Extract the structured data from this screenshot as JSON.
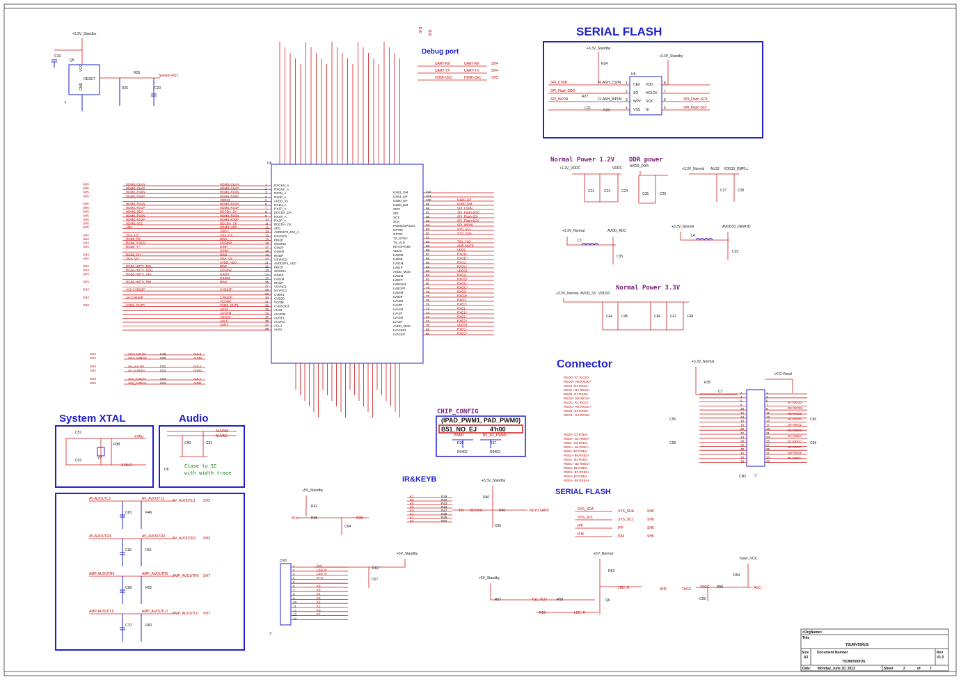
{
  "headings": {
    "serial_flash_top": "SERIAL FLASH",
    "debug_port": "Debug port",
    "normal_power_12": "Normal Power 1.2V",
    "ddr_power": "DDR power",
    "normal_power_33": "Normal Power 3.3V",
    "connector": "Connector",
    "serial_flash_bottom": "SERIAL FLASH",
    "system_xtal": "System XTAL",
    "audio": "Audio",
    "chip_config": "CHIP_CONFIG",
    "ir_keyb": "IR&KEYB"
  },
  "chip_config": {
    "row1": "(IPAD_PWM1, PAD_PWM0)",
    "row2_left": "B51_NO_EJ",
    "row2_right": "4'h00",
    "pwm1": "PWM1",
    "b5": "B5_XO_PWM0",
    "r36": "R36",
    "r37": "R37",
    "r0402a": "R0402",
    "r0402b": "R0402"
  },
  "audio_note": {
    "line1": "Close to IC",
    "line2": "with width trace"
  },
  "reset_block": {
    "supply": "+3.3V_Standby",
    "c19": "C19",
    "q5": "Q5",
    "vcc": "VCC",
    "reset": "RESET",
    "gnd": "GND",
    "r25": "R25",
    "r26": "R26",
    "c20": "C20",
    "net": "System-RST"
  },
  "debug": {
    "rows": [
      {
        "net": "UART-RX",
        "port": "UART-RX",
        "sh": "SH4"
      },
      {
        "net": "UART-TX",
        "port": "UART-TX",
        "sh": "SH4"
      },
      {
        "net": "HDMI-CEC",
        "port": "HDMI-CEC",
        "sh": "SH5"
      }
    ]
  },
  "flash": {
    "supply1": "+3.3V_Standby",
    "supply2": "+3.3V_Standby",
    "u5": "U5",
    "r24": "R24",
    "r27": "R27",
    "r28": "R28",
    "c21": "C21",
    "left_pins": [
      {
        "num": "1",
        "name": "CE#",
        "net": "SPI_CS0N",
        "inner": "FLASH_CS0N"
      },
      {
        "num": "2",
        "name": "SO",
        "net": "SPI_Flash-SDO",
        "inner": ""
      },
      {
        "num": "3",
        "name": "WP#",
        "net": "SPI_WP0N",
        "inner": "FLASH_WP0N"
      },
      {
        "num": "4",
        "name": "VSS",
        "net": "",
        "inner": ""
      }
    ],
    "right_pins": [
      {
        "num": "8",
        "name": "VDD",
        "net": ""
      },
      {
        "num": "7",
        "name": "HOLD#",
        "net": ""
      },
      {
        "num": "6",
        "name": "SCK",
        "net": "SPI_Flash-SCK"
      },
      {
        "num": "5",
        "name": "SI",
        "net": "SPI_Flash-SDI"
      }
    ]
  },
  "main_ic": {
    "ref": "U6",
    "left_pins": [
      {
        "num": "1",
        "name": "RXCKN_A",
        "net": "HDMI1-CLKN",
        "sig": "HDMI1-CLKN",
        "sh": "SH5"
      },
      {
        "num": "2",
        "name": "RXCKP_A",
        "net": "HDMI1-CLKP",
        "sig": "HDMI1-CLKP",
        "sh": "SH5"
      },
      {
        "num": "3",
        "name": "RX0N_A",
        "net": "HDMI1-RX0N",
        "sig": "HDMI1-RX0N",
        "sh": "SH5"
      },
      {
        "num": "4",
        "name": "RX0P_A",
        "net": "HDMI1-RX0P",
        "sig": "HDMI1-RX0P",
        "sh": "SH5"
      },
      {
        "num": "5",
        "name": "AVDD_33",
        "net": "VDD33",
        "sig": "",
        "sh": ""
      },
      {
        "num": "6",
        "name": "RX1N_A",
        "net": "HDMI1-RX1N",
        "sig": "HDMI1-RX1N",
        "sh": "SH5"
      },
      {
        "num": "7",
        "name": "RX1P_A",
        "net": "HDMI1-RX1P",
        "sig": "HDMI1-RX1P",
        "sh": "SH5"
      },
      {
        "num": "8",
        "name": "DDCDA_DA",
        "net": "DDCDA_DA",
        "sig": "HDMI1-SDA",
        "sh": "SH5"
      },
      {
        "num": "9",
        "name": "RX2N_A",
        "net": "HDMI1-RX2N",
        "sig": "HDMI1-RX2N",
        "sh": "SH5"
      },
      {
        "num": "10",
        "name": "RX2P_A",
        "net": "HDMI1-RX2P",
        "sig": "HDMI1-RX2P",
        "sh": "SH5"
      },
      {
        "num": "11",
        "name": "DDCDA_CK",
        "net": "DDCDA_CK",
        "sig": "HDMI1-SCL",
        "sh": "SH5"
      },
      {
        "num": "12",
        "name": "ARC",
        "net": "HDMI1-ARC",
        "sig": "ARC",
        "sh": "SH5"
      },
      {
        "num": "13",
        "name": "AVDD1P2_DVI_A",
        "net": "VDDC",
        "sig": "",
        "sh": ""
      },
      {
        "num": "14",
        "name": "HSYNC2",
        "net": "VGA_HS",
        "sig": "VGA_HS",
        "sh": "SH4"
      },
      {
        "num": "15",
        "name": "BIN2P",
        "net": "BIN0",
        "sig": "RGB0_Pb+",
        "sh": "SH4"
      },
      {
        "num": "16",
        "name": "SOGIN2",
        "net": "SOGIN0",
        "sig": "RGB0_Y-SOG",
        "sh": "SH4"
      },
      {
        "num": "17",
        "name": "GIN2P",
        "net": "GINP",
        "sig": "RGB0_Y+",
        "sh": "SH4"
      },
      {
        "num": "18",
        "name": "GIN2M",
        "net": "GINM",
        "sig": "",
        "sh": ""
      },
      {
        "num": "19",
        "name": "RIN2P",
        "net": "RIN0",
        "sig": "RGB0_Pr+",
        "sh": "SH3"
      },
      {
        "num": "20",
        "name": "VSYNC2",
        "net": "VGA_VS",
        "sig": "VGA_VS",
        "sh": "SH4"
      },
      {
        "num": "21",
        "name": "AVDD3P3_ADC",
        "net": "AVDD_ADC",
        "sig": "",
        "sh": ""
      },
      {
        "num": "22",
        "name": "BIN1P",
        "net": "BIN2",
        "sig": "RGB2-HDTV_BIN",
        "sh": "SH3"
      },
      {
        "num": "23",
        "name": "SOGIN1",
        "net": "SOGIN2",
        "sig": "RGB2-HDTV_SOG",
        "sh": "SH3"
      },
      {
        "num": "24",
        "name": "GIN1P",
        "net": "GIN2P",
        "sig": "RGB2-HDTV_GIN",
        "sh": "SH3"
      },
      {
        "num": "25",
        "name": "GIN1M",
        "net": "GIN2M",
        "sig": "",
        "sh": ""
      },
      {
        "num": "26",
        "name": "RIN1P",
        "net": "RIN2",
        "sig": "RGB2-HDTV_RIN",
        "sh": "SH3"
      },
      {
        "num": "27",
        "name": "VSYNC1",
        "net": "",
        "sig": "",
        "sh": ""
      },
      {
        "num": "28",
        "name": "HSYNC1",
        "net": "CVBS2P",
        "sig": "AV3-CVBS2P",
        "sh": "SH3"
      },
      {
        "num": "29",
        "name": "CVBS1",
        "net": "",
        "sig": "",
        "sh": ""
      },
      {
        "num": "30",
        "name": "CVBS0",
        "net": "CVBS0P",
        "sig": "AV-CVBS0P",
        "sh": "SH3"
      },
      {
        "num": "31",
        "name": "VCOM",
        "net": "VCOM0",
        "sig": "",
        "sh": ""
      },
      {
        "num": "32",
        "name": "CVBSOUT",
        "net": "CVBS_OUT1",
        "sig": "CVBS_OUT0",
        "sh": "SH3"
      },
      {
        "num": "33",
        "name": "AU33",
        "net": "AU33",
        "sig": "",
        "sh": ""
      },
      {
        "num": "34",
        "name": "AUVRM",
        "net": "AUVRM",
        "sig": "",
        "sh": ""
      },
      {
        "num": "35",
        "name": "AUREF",
        "net": "AUVAG",
        "sig": "",
        "sh": ""
      },
      {
        "num": "36",
        "name": "AUVAG",
        "net": "AUL5",
        "sig": "",
        "sh": ""
      },
      {
        "num": "37",
        "name": "AUL1",
        "net": "AUR3",
        "sig": "",
        "sh": ""
      },
      {
        "num": "38",
        "name": "AURI",
        "net": "",
        "sig": "",
        "sh": ""
      }
    ],
    "right_pins": [
      {
        "num": "102",
        "name": "USB1_DM",
        "net": ""
      },
      {
        "num": "101",
        "name": "USB1_DP",
        "net": ""
      },
      {
        "num": "100",
        "name": "USB0_DP",
        "net": "USB0_DP"
      },
      {
        "num": "99",
        "name": "USB0_DM",
        "net": "USB0_DM"
      },
      {
        "num": "98",
        "name": "SDO",
        "net": "SPI_CS0N"
      },
      {
        "num": "97",
        "name": "SDI",
        "net": "SPI_Flash-SDO"
      },
      {
        "num": "96",
        "name": "SCZ",
        "net": "SPI_Flash-SDI"
      },
      {
        "num": "95",
        "name": "SCK",
        "net": "SPI_Flash-SCK"
      },
      {
        "num": "94",
        "name": "PWM2/GPIO24",
        "net": "SPI_WP0N"
      },
      {
        "num": "93",
        "name": "GPIO5",
        "net": "SYS_SCL"
      },
      {
        "num": "92",
        "name": "GPIO4",
        "net": "SYS_SDA"
      },
      {
        "num": "91",
        "name": "TS_SYNC",
        "net": ""
      },
      {
        "num": "90",
        "name": "TS_VLD",
        "net": "TS1_VLD"
      },
      {
        "num": "89",
        "name": "INT/GPIO65",
        "net": "AMP-MUTE"
      },
      {
        "num": "88",
        "name": "VDDC",
        "net": "VDDC"
      },
      {
        "num": "87",
        "name": "LVB0M",
        "net": "RXOD-"
      },
      {
        "num": "86",
        "name": "LVB0P",
        "net": "RXOD+"
      },
      {
        "num": "85",
        "name": "LVB1M",
        "net": "RXO1-"
      },
      {
        "num": "84",
        "name": "LVB1P",
        "net": "RXO1+"
      },
      {
        "num": "83",
        "name": "AVDD_MOD",
        "net": "VDD33"
      },
      {
        "num": "82",
        "name": "LVB2M",
        "net": "RXO2-"
      },
      {
        "num": "81",
        "name": "LVB2P",
        "net": "RXO2+"
      },
      {
        "num": "80",
        "name": "LVBCKM",
        "net": "RXOC-"
      },
      {
        "num": "79",
        "name": "LVBCKP",
        "net": "RXOC+"
      },
      {
        "num": "78",
        "name": "LVB3M",
        "net": "RXO3-"
      },
      {
        "num": "77",
        "name": "LVB3P",
        "net": "RXO3+"
      },
      {
        "num": "76",
        "name": "LVA0M",
        "net": "RXE0-"
      },
      {
        "num": "75",
        "name": "LVA0P",
        "net": "RXE0+"
      },
      {
        "num": "74",
        "name": "LVA1M",
        "net": "RXE1-"
      },
      {
        "num": "73",
        "name": "LVA1P",
        "net": "RXE1+"
      },
      {
        "num": "72",
        "name": "LVA2M",
        "net": "RXE2-"
      },
      {
        "num": "71",
        "name": "LVA2P",
        "net": "RXE2+"
      },
      {
        "num": "70",
        "name": "AVDD_MOD",
        "net": "VDD33"
      },
      {
        "num": "69",
        "name": "LVACKM",
        "net": "RXEC-"
      },
      {
        "num": "68",
        "name": "LVACKP",
        "net": "RXEC+"
      }
    ]
  },
  "power12": {
    "rail1": "+1.2V_VDDC",
    "rail2": "VDDC",
    "caps": [
      "C22",
      "C23",
      "C24"
    ]
  },
  "ddr": {
    "rail": "AVDD_DDR",
    "caps": [
      "C25",
      "C26"
    ]
  },
  "pll": {
    "rail1": "+3.3V_Normal",
    "rail2": "AU33",
    "rail3": "VDD33_DMPLL",
    "caps": [
      "C27",
      "C28"
    ]
  },
  "adc": {
    "rail1": "+3.3V_Normal",
    "rail2": "AVDD_ADC",
    "l": "L5",
    "cap": "C35"
  },
  "demod": {
    "rail1": "+3.3V_Normal",
    "rail2": "AVDD33_DEMOD",
    "l": "L4",
    "cap": "C33"
  },
  "power33": {
    "rail1": "+3.3V_Normal",
    "rail2": "AVDD_33",
    "rail3": "VDD33",
    "caps": [
      "C44",
      "C45",
      "C46",
      "C47",
      "C48"
    ]
  },
  "connector": {
    "supply": "+3.3V_Normal",
    "panel": "VCC-Panel",
    "r35": "R35",
    "ct": "CT",
    "cn2": "CN2",
    "c55": "C55",
    "c56": "C56",
    "c58": "C58",
    "c59": "C59",
    "left_list": [
      "RXOD- R7 RXOD-",
      "RXOD+ R8 RXOD+",
      "RXO1- R1 RXO1-",
      "RXO1+ R2 RXO1+",
      "RXO2- G7 RXO2-",
      "RXO2+ G8 RXO2+",
      "RXOC- R1 RXOC-",
      "RXOC+ R6 RXOC+",
      "RXO3- G1 RXO3-",
      "RXO3+ G4 RXO3+"
    ],
    "left_list2": [
      "RXE0- G3 RXE0-",
      "RXE0+ G2 RXE0+",
      "RXE1- G3 RXE1-",
      "RXE1+ G6 RXE1+",
      "RXE2- B7 RXE2-",
      "RXE2+ B6 RXE2+",
      "RXEC- B3 RXEC-",
      "RXEC+ B2 RXEC+",
      "RXE3- B1 RXE3-",
      "RXE3+ B7 RXE3+",
      "RXE4- B7 RXE4-",
      "RXE4+ B0 RXE4+"
    ],
    "pins_left": [
      "2",
      "4",
      "6",
      "8",
      "10",
      "12",
      "14",
      "16",
      "18",
      "20",
      "22",
      "24",
      "26",
      "28",
      "30",
      "32",
      "34",
      "36"
    ],
    "pins_right": [
      "1",
      "3",
      "5",
      "7",
      "9",
      "11",
      "13",
      "15",
      "17",
      "19",
      "21",
      "23",
      "25",
      "27",
      "29",
      "31",
      "33",
      "35"
    ],
    "right_nets": [
      "R7 RXOD-",
      "R0 RXOD+",
      "R5 RXO2-",
      "R1 RXOC-",
      "G7 RXO1-",
      "G1 RXE0-",
      "G7 RXE2-",
      "B7 RXEC-",
      "B3 RXE3-",
      "G5 RXO4-",
      "R1 RXE4-"
    ]
  },
  "serial_bottom": {
    "rows": [
      {
        "net": "SYS_SDA",
        "port": "SYS_SDA",
        "sh": "SH6"
      },
      {
        "net": "SYS_SCL",
        "port": "SYS_SCL",
        "sh": "SH6"
      },
      {
        "net": "IFP",
        "port": "IFP",
        "sh": "SH6"
      },
      {
        "net": "IFM",
        "port": "IFM",
        "sh": "SH6"
      }
    ]
  },
  "ir_keyb": {
    "supply": "+3.3V_Standby",
    "keys": [
      "K7",
      "K6",
      "K5",
      "K4",
      "K3",
      "K2",
      "K1",
      "K0"
    ],
    "res": [
      "R39",
      "R42",
      "R43",
      "R44",
      "R47",
      "R48",
      "R49",
      "R52"
    ],
    "r40": "R40",
    "r45": "R45",
    "c65": "C65",
    "k0": "K0",
    "keyo": "KEY0-in",
    "net": "KEY0-SAR0"
  },
  "ir": {
    "supply": "+5V_Standby",
    "r41": "R41",
    "r48": "R48",
    "c64": "C64",
    "net_in": "IR-in",
    "net_out": "IRIN"
  },
  "cn3": {
    "ref": "CN3",
    "r62": "R62",
    "c67": "C67",
    "supply": "+5V_Standby",
    "labels": [
      "5V0",
      "LED_R",
      "LED_G",
      "IR-in",
      "",
      "K6",
      "K5",
      "K4",
      "K3",
      "K2",
      "K1",
      "K0",
      "K7",
      ""
    ],
    "pins": [
      "1",
      "2",
      "3",
      "4",
      "5",
      "6",
      "7",
      "8",
      "9",
      "10",
      "11",
      "12",
      "13",
      "14"
    ]
  },
  "led": {
    "supply1": "+5V_Normal",
    "supply2": "+5V_Standby",
    "r63": "R63",
    "r57": "R57",
    "r58": "R58",
    "r59": "R59",
    "q6": "Q6",
    "ts": "TS1_VLD",
    "led_g": "LED_G",
    "led_r": "LED_R",
    "sh": "SH6"
  },
  "tuner": {
    "supply": "Tuner_VCC",
    "r54": "R54",
    "r56": "R56",
    "c69": "C69",
    "tagc": "TAGC",
    "tagc2": "TAGC",
    "agc": "AGC"
  },
  "xtal": {
    "c57": "C57",
    "c62": "C62",
    "r38": "R38",
    "y2": "Y2",
    "xtali": "XTALI",
    "xtalo": "XTALO"
  },
  "audio_block": {
    "c60": "C60",
    "c61": "C61",
    "u6": "U6",
    "auvrm": "AUVRM",
    "auvag": "AUVAG"
  },
  "audio_inputs": [
    {
      "sh": "SH4",
      "sig": "VGA-AULin0",
      "cap": "C49",
      "net": "AUL0"
    },
    {
      "sh": "SH4",
      "sig": "VGA-AURin0",
      "cap": "C50",
      "net": "AUR0"
    },
    {
      "sh": "SH3",
      "sig": "AV_AULin0",
      "cap": "C51",
      "net": "AUL2"
    },
    {
      "sh": "SH3",
      "sig": "AV_AURin0",
      "cap": "C52",
      "net": "AUR2"
    },
    {
      "sh": "SH3",
      "sig": "AV2_AULin2",
      "cap": "C53",
      "net": "AUL1"
    },
    {
      "sh": "SH3",
      "sig": "AV2_AURin2",
      "cap": "C54",
      "net": "AUR1"
    }
  ],
  "audio_outputs": [
    {
      "left": "AV-AUOUTL3",
      "right": "AV_AUOUTL3",
      "port": "AV_AUOUTL3",
      "sh": "SH3",
      "c": "C63",
      "r": "R46"
    },
    {
      "left": "AV-AUOUTR3",
      "right": "AV_AUOUTR3",
      "port": "AV_AUOUTR3",
      "sh": "SH3",
      "c": "C66",
      "r": "R51"
    },
    {
      "left": "AMP-AUOUTR0",
      "right": "AMP_AUOUTR0",
      "port": "AMP_AUOUTR0",
      "sh": "SH7",
      "c": "C68",
      "r": "R55"
    },
    {
      "left": "AMP-AUOUTL0",
      "right": "AMP_AUOUTL0",
      "port": "AMP_AUOUTL0",
      "sh": "SH7",
      "c": "C70",
      "r": "R60"
    }
  ],
  "title_block": {
    "docname": "<OrgName>",
    "title_lbl": "Title",
    "title": "TSUMV59XUS",
    "size_lbl": "Size",
    "size": "A2",
    "docnum_lbl": "Document Number",
    "docnum": "TSUMV59XUS",
    "rev_lbl": "Rev",
    "rev": "V1.0",
    "date_lbl": "Date:",
    "date": "Monday, June 10, 2013",
    "sheet_lbl": "Sheet",
    "sheet": "2",
    "of_lbl": "of",
    "of": "7"
  },
  "misc": {
    "q1": "?",
    "q2": "?",
    "q3": "?",
    "sh1": "SH1",
    "sh1b": "SH1",
    "avdd_ddr": "AVDD_DDR",
    "vdd33_dmpll": "VDD33_DMPLL",
    "avdd33_demod": "AVDD33_DEMOD",
    "vddc": "VDDC"
  }
}
